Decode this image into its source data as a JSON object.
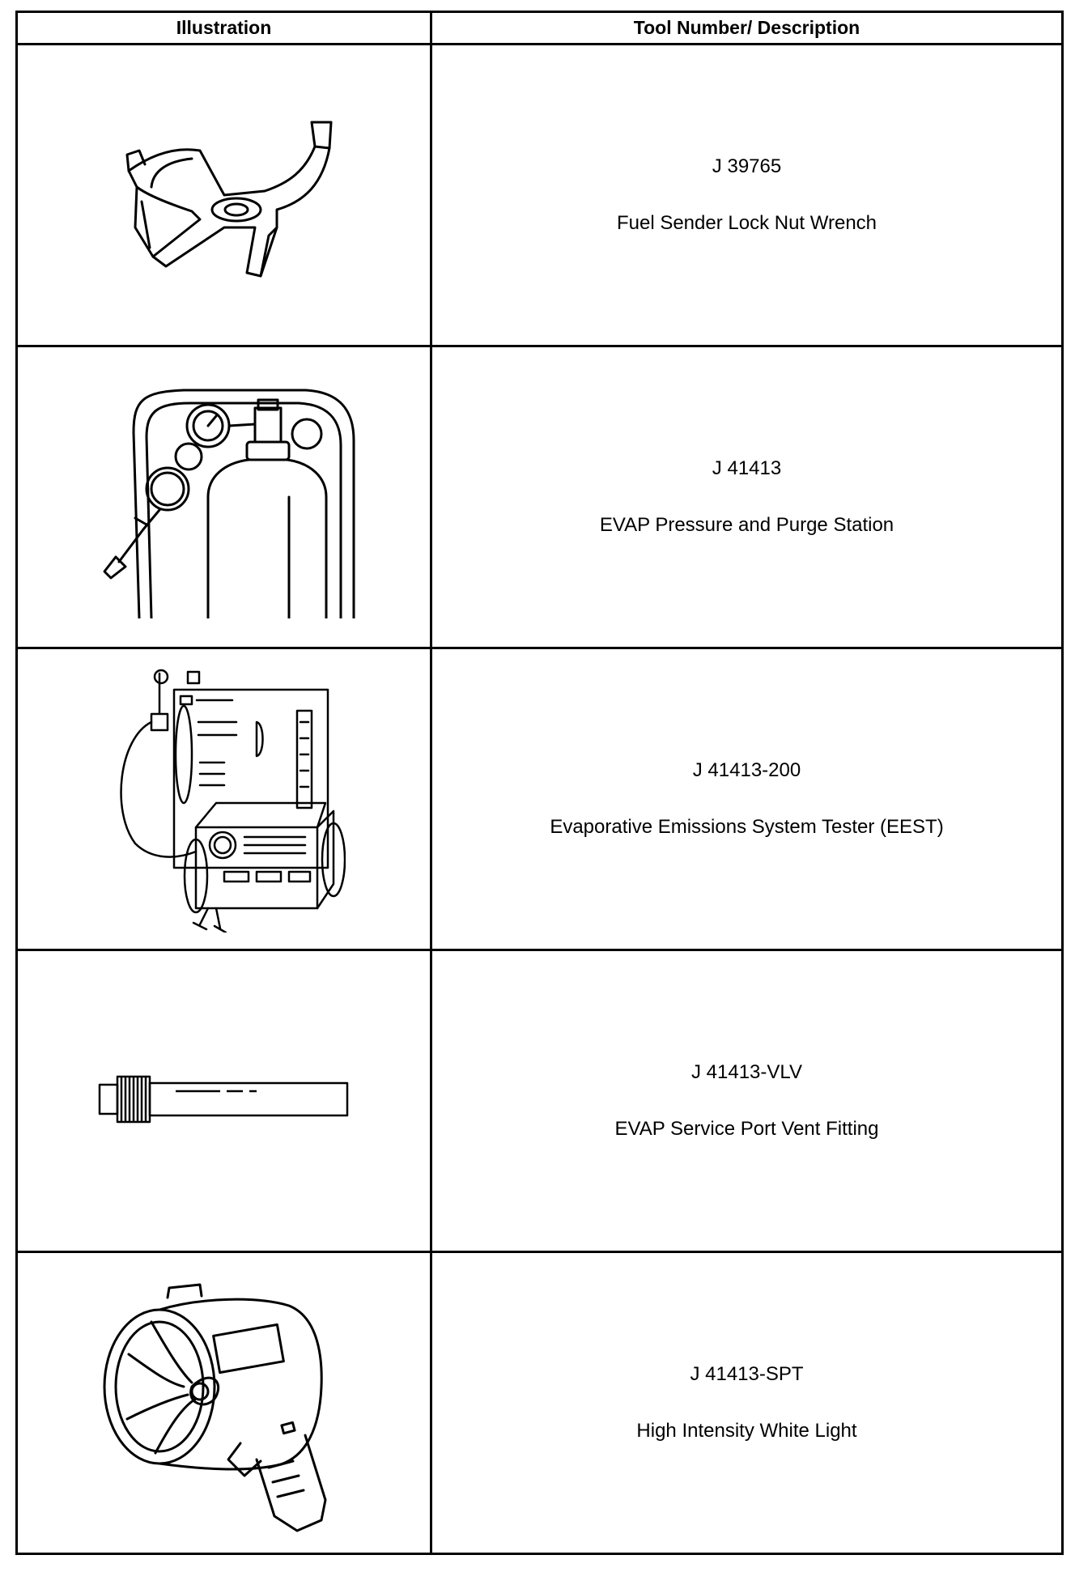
{
  "header": {
    "illustration": "Illustration",
    "tool": "Tool Number/ Description"
  },
  "rows": [
    {
      "number": "J 39765",
      "description": "Fuel Sender Lock Nut Wrench",
      "icon": "lock-nut-wrench-icon"
    },
    {
      "number": "J 41413",
      "description": "EVAP Pressure and Purge Station",
      "icon": "pressure-purge-station-icon"
    },
    {
      "number": "J 41413-200",
      "description": "Evaporative Emissions System Tester (EEST)",
      "icon": "emissions-tester-icon"
    },
    {
      "number": "J 41413-VLV",
      "description": "EVAP Service Port Vent Fitting",
      "icon": "vent-fitting-icon"
    },
    {
      "number": "J 41413-SPT",
      "description": "High Intensity White Light",
      "icon": "white-light-icon"
    }
  ]
}
